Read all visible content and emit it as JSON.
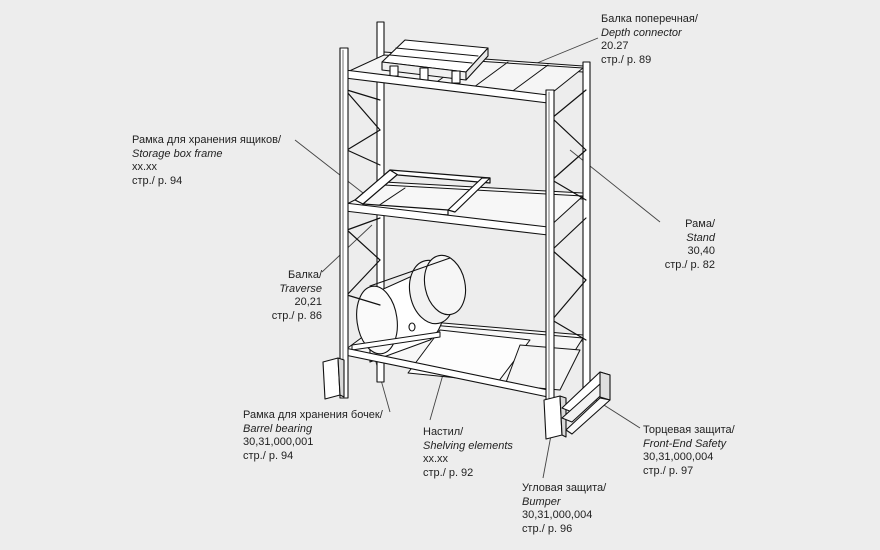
{
  "callouts": {
    "depth_connector": {
      "ru": "Балка поперечная/",
      "en": "Depth connector",
      "code": "20.27",
      "page": "стр./ p. 89"
    },
    "storage_box_frame": {
      "ru": "Рамка для хранения ящиков/",
      "en": "Storage box frame",
      "code": "xx.xx",
      "page": "стр./ p. 94"
    },
    "stand": {
      "ru": "Рама/",
      "en": "Stand",
      "code": "30,40",
      "page": "стр./ p. 82"
    },
    "traverse": {
      "ru": "Балка/",
      "en": "Traverse",
      "code": "20,21",
      "page": "стр./ p. 86"
    },
    "barrel_bearing": {
      "ru": "Рамка для хранения бочек/",
      "en": "Barrel bearing",
      "code": "30,31,000,001",
      "page": "стр./ p. 94"
    },
    "shelving_elements": {
      "ru": "Настил/",
      "en": "Shelving elements",
      "code": "xx.xx",
      "page": "стр./ p. 92"
    },
    "front_end_safety": {
      "ru": "Торцевая защита/",
      "en": "Front-End Safety",
      "code": "30,31,000,004",
      "page": "стр./ p. 97"
    },
    "bumper": {
      "ru": "Угловая защита/",
      "en": "Bumper",
      "code": "30,31,000,004",
      "page": "стр./ p. 96"
    }
  }
}
